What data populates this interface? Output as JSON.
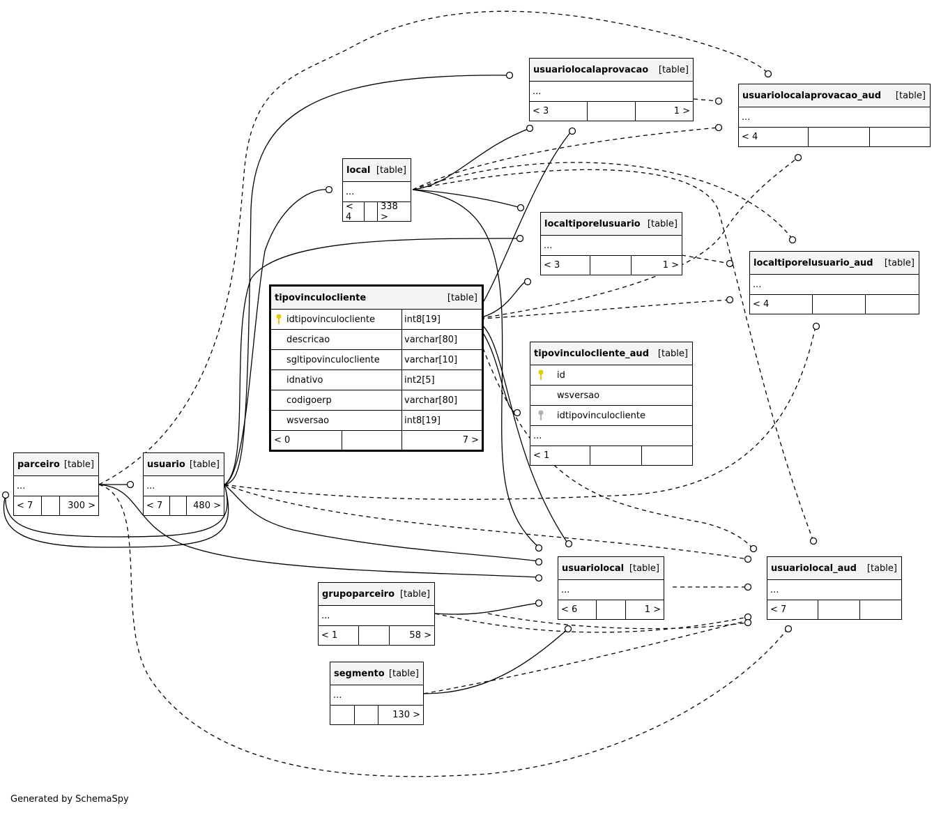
{
  "tables": {
    "usuariolocalaprovacao": {
      "name": "usuariolocalaprovacao",
      "type": "[table]",
      "ellipsis": "...",
      "foot": [
        "< 3",
        "",
        "1 >"
      ]
    },
    "usuariolocalaprovacao_aud": {
      "name": "usuariolocalaprovacao_aud",
      "type": "[table]",
      "ellipsis": "...",
      "foot": [
        "< 4",
        "",
        ""
      ]
    },
    "local": {
      "name": "local",
      "type": "[table]",
      "ellipsis": "...",
      "foot": [
        "< 4",
        "",
        "338 >"
      ]
    },
    "localtiporelusuario": {
      "name": "localtiporelusuario",
      "type": "[table]",
      "ellipsis": "...",
      "foot": [
        "< 3",
        "",
        "1 >"
      ]
    },
    "localtiporelusuario_aud": {
      "name": "localtiporelusuario_aud",
      "type": "[table]",
      "ellipsis": "...",
      "foot": [
        "< 4",
        "",
        ""
      ]
    },
    "tipovinculocliente": {
      "name": "tipovinculocliente",
      "type": "[table]",
      "columns": [
        {
          "name": "idtipovinculocliente",
          "type": "int8[19]"
        },
        {
          "name": "descricao",
          "type": "varchar[80]"
        },
        {
          "name": "sgltipovinculocliente",
          "type": "varchar[10]"
        },
        {
          "name": "idnativo",
          "type": "int2[5]"
        },
        {
          "name": "codigoerp",
          "type": "varchar[80]"
        },
        {
          "name": "wsversao",
          "type": "int8[19]"
        }
      ],
      "foot": [
        "< 0",
        "",
        "7 >"
      ]
    },
    "tipovinculocliente_aud": {
      "name": "tipovinculocliente_aud",
      "type": "[table]",
      "columns": [
        "id",
        "wsversao",
        "idtipovinculocliente"
      ],
      "ellipsis": "...",
      "foot": [
        "< 1",
        "",
        ""
      ]
    },
    "parceiro": {
      "name": "parceiro",
      "type": "[table]",
      "ellipsis": "...",
      "foot": [
        "< 7",
        "",
        "300 >"
      ]
    },
    "usuario": {
      "name": "usuario",
      "type": "[table]",
      "ellipsis": "...",
      "foot": [
        "< 7",
        "",
        "480 >"
      ]
    },
    "usuariolocal": {
      "name": "usuariolocal",
      "type": "[table]",
      "ellipsis": "...",
      "foot": [
        "< 6",
        "",
        "1 >"
      ]
    },
    "usuariolocal_aud": {
      "name": "usuariolocal_aud",
      "type": "[table]",
      "ellipsis": "...",
      "foot": [
        "< 7",
        "",
        ""
      ]
    },
    "grupoparceiro": {
      "name": "grupoparceiro",
      "type": "[table]",
      "ellipsis": "...",
      "foot": [
        "< 1",
        "",
        "58 >"
      ]
    },
    "segmento": {
      "name": "segmento",
      "type": "[table]",
      "ellipsis": "...",
      "foot": [
        "",
        "",
        "130 >"
      ]
    }
  },
  "icons": {
    "primary_key": "key-icon",
    "foreign_key": "key-icon-grey"
  },
  "colors": {
    "pk_key": "#e8c800",
    "fk_key": "#b0b0b0",
    "header_bg": "#f4f4f4"
  },
  "footer": "Generated by SchemaSpy"
}
